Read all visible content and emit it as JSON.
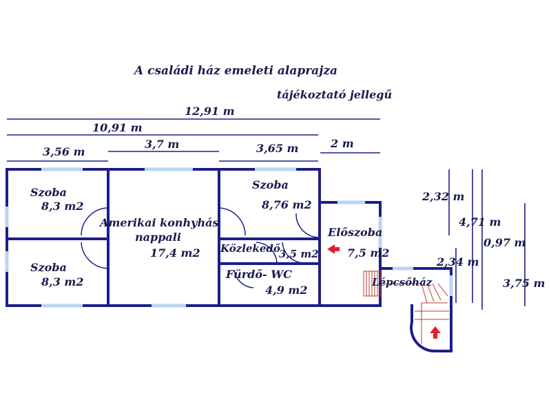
{
  "title": "A családi ház emeleti alaprajza",
  "subtitle": "tájékoztató jellegű",
  "dimensions": {
    "total_width": "12,91 m",
    "main_width": "10,91 m",
    "w1": "3,56 m",
    "w2": "3,7 m",
    "w3": "3,65 m",
    "w4": "2 m",
    "h1": "2,32 m",
    "h2": "4,71 m",
    "h3": "0,97 m",
    "h4": "2,34 m",
    "h5": "3,75 m"
  },
  "rooms": {
    "room1": {
      "name": "Szoba",
      "area": "8,3 m2"
    },
    "room2": {
      "name": "Szoba",
      "area": "8,3 m2"
    },
    "living": {
      "name1": "Amerikai konhyhás",
      "name2": "nappali",
      "area": "17,4 m2"
    },
    "room3": {
      "name": "Szoba",
      "area": "8,76 m2"
    },
    "hallway": {
      "name": "Közlekedő",
      "area": "3,5 m2"
    },
    "bath": {
      "name": "Fürdő- WC",
      "area": "4,9 m2"
    },
    "entry": {
      "name": "Előszoba",
      "area": "7,5 m2"
    },
    "stairs": {
      "name": "Lépcsőház"
    }
  },
  "colors": {
    "wall": "#1c1e8a",
    "window": "#b9d6ee",
    "arrow": "#e0202a"
  }
}
